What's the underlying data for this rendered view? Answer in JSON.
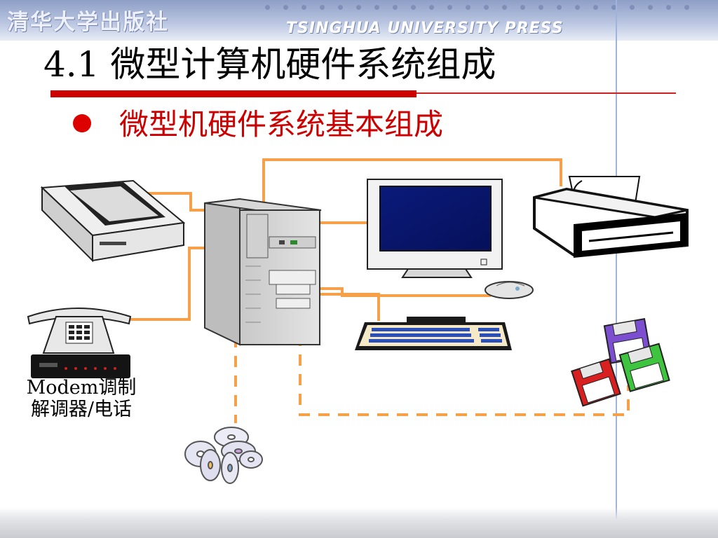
{
  "header": {
    "publisher_cn": "清华大学出版社",
    "publisher_en": "TSINGHUA UNIVERSITY PRESS"
  },
  "slide": {
    "title": "4.1 微型计算机硬件系统组成",
    "subtitle": "微型机硬件系统基本组成"
  },
  "diagram": {
    "modem_label_line1": "Modem调制",
    "modem_label_line2": "解调器/电话"
  },
  "colors": {
    "accent_red": "#cc0000",
    "connector_orange": "#f6a04a",
    "monitor_screen": "#0a1a7a",
    "header_blue": "#8e9fc7"
  }
}
